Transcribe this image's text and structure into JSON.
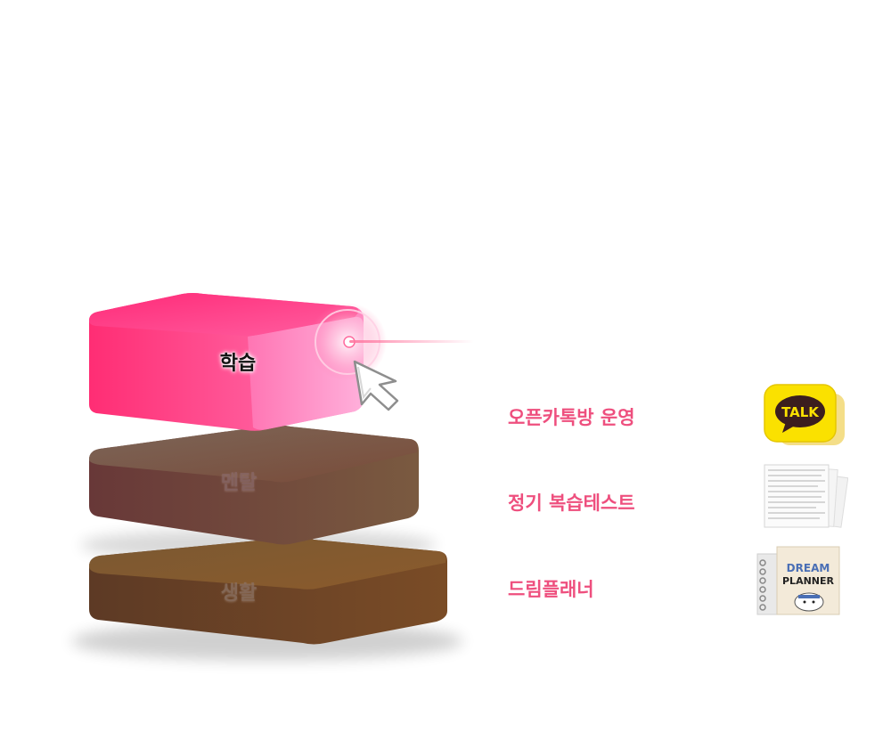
{
  "blocks": {
    "study": "학습",
    "mental": "멘탈",
    "life": "생활"
  },
  "features": [
    {
      "label": "오픈카톡방 운영",
      "icon": "kakaotalk-icon"
    },
    {
      "label": "정기 복습테스트",
      "icon": "test-paper-icon"
    },
    {
      "label": "드림플래너",
      "icon": "planner-book-icon"
    }
  ],
  "kakao_badge": "TALK",
  "planner_cover": {
    "line1": "DREAM",
    "line2": "PLANNER"
  },
  "colors": {
    "accent": "#ee4f7e",
    "study_block": "#ff3d86",
    "mental_block": "#8a4c4c",
    "life_block": "#7a4c2a",
    "kakao": "#fae100"
  }
}
